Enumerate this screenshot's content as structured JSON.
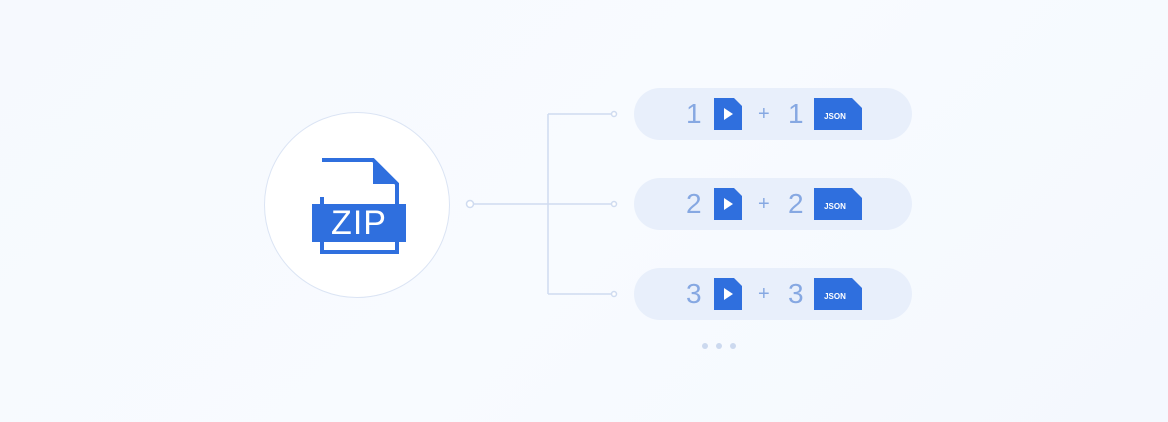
{
  "zip": {
    "label": "ZIP",
    "icon": "zip-file-icon"
  },
  "rows": [
    {
      "video_count": "1",
      "plus": "+",
      "json_count": "1",
      "json_label": "JSON"
    },
    {
      "video_count": "2",
      "plus": "+",
      "json_count": "2",
      "json_label": "JSON"
    },
    {
      "video_count": "3",
      "plus": "+",
      "json_count": "3",
      "json_label": "JSON"
    }
  ],
  "colors": {
    "accent": "#2f6fde",
    "number": "#86a8e2",
    "row_bg": "#e8effb",
    "connector": "#cfdbf0",
    "circle_border": "#dbe4f4"
  },
  "icons": {
    "video": "video-file-icon",
    "json": "json-file-icon",
    "more": "ellipsis-icon"
  }
}
